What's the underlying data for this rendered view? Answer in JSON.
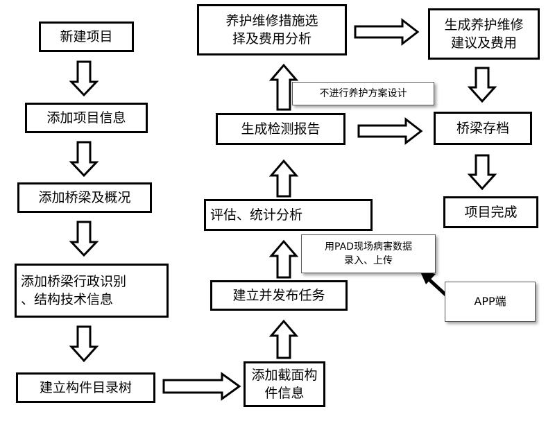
{
  "colors": {
    "stroke": "#000000",
    "fill": "#ffffff",
    "note_border": "#555555"
  },
  "nodes": {
    "new_project": "新建项目",
    "add_project_info": "添加项目信息",
    "add_bridge_overview": "添加桥梁及概况",
    "add_admin_info": "添加桥梁行政识别\n、结构技术信息",
    "build_component_tree": "建立构件目录树",
    "add_section_info": "添加截面构\n件信息",
    "publish_task": "建立并发布任务",
    "evaluate_stats": "评估、统计分析",
    "generate_report": "生成检测报告",
    "maintenance_select": "养护维修措施选\n择及费用分析",
    "generate_suggestion": "生成养护维修\n建议及费用",
    "bridge_archive": "桥梁存档",
    "project_complete": "项目完成"
  },
  "notes": {
    "no_maintenance": "不进行养护方案设计",
    "pad_entry": "用PAD现场病害数据\n录入、上传",
    "app_side": "APP端"
  }
}
